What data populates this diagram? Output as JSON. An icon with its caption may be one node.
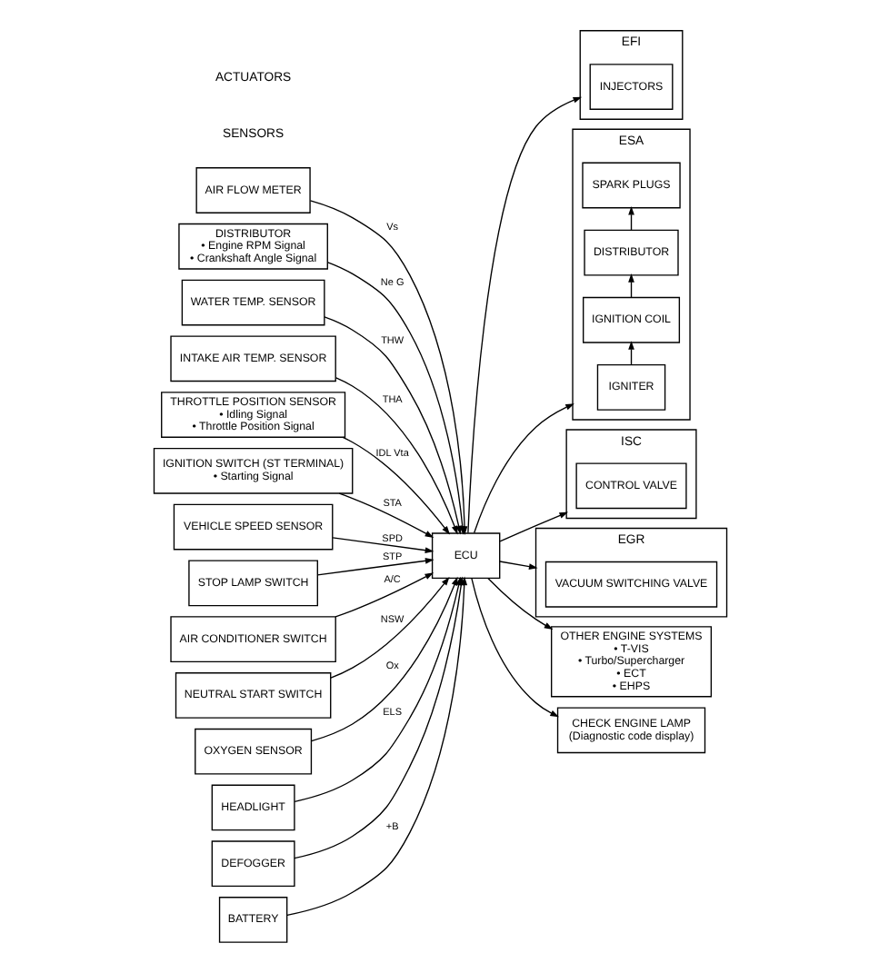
{
  "diagram": {
    "nodes": [
      {
        "text": [
          "AIR FLOW METER"
        ]
      },
      {
        "text": [
          "DISTRIBUTOR",
          "• Engine RPM Signal",
          "• Crankshaft Angle Signal"
        ]
      },
      {
        "text": [
          "WATER TEMP. SENSOR"
        ]
      },
      {
        "text": [
          "INTAKE AIR TEMP. SENSOR"
        ]
      },
      {
        "text": [
          "THROTTLE POSITION SENSOR",
          "• Idling Signal",
          "• Throttle Position Signal"
        ]
      },
      {
        "text": [
          "IGNITION SWITCH (ST TERMINAL)",
          "• Starting Signal"
        ]
      },
      {
        "text": [
          "VEHICLE SPEED SENSOR"
        ]
      },
      {
        "text": [
          "STOP LAMP SWITCH"
        ]
      },
      {
        "text": [
          "AIR CONDITIONER SWITCH"
        ]
      },
      {
        "text": [
          "NEUTRAL START SWITCH"
        ]
      },
      {
        "text": [
          "OXYGEN SENSOR"
        ]
      },
      {
        "text": [
          "HEADLIGHT"
        ]
      },
      {
        "text": [
          "DEFOGGER"
        ]
      },
      {
        "text": [
          "ECU"
        ]
      },
      {
        "text": [
          "EFI"
        ]
      },
      {
        "text": [
          "INJECTORS"
        ],
        "in": 14
      },
      {
        "text": [
          "ESA"
        ]
      },
      {
        "text": [
          "IGNITER"
        ],
        "in": 16
      },
      {
        "text": [
          "IGNITION COIL"
        ],
        "in": 16
      },
      {
        "text": [
          "DISTRIBUTOR"
        ],
        "in": 16
      },
      {
        "text": [
          "SPARK PLUGS"
        ],
        "in": 16
      },
      {
        "text": [
          "ISC"
        ]
      },
      {
        "text": [
          "CONTROL VALVE"
        ],
        "in": 21
      },
      {
        "text": [
          "EGR"
        ]
      },
      {
        "text": [
          "VACUUM SWITCHING VALVE"
        ],
        "in": 23
      },
      {
        "text": [
          "OTHER ENGINE SYSTEMS",
          "• T-VIS",
          "• Turbo/Supercharger",
          "• ECT",
          "• EHPS"
        ]
      },
      {
        "text": [
          "CHECK ENGINE LAMP",
          "(Diagnostic code display)"
        ]
      },
      {
        "text": [
          "BATTERY"
        ]
      }
    ],
    "edges": [
      {
        "from": 0,
        "to": 13,
        "arrow": "to",
        "label": "Vs"
      },
      {
        "from": 1,
        "to": 13,
        "arrow": "to",
        "label": "Ne G"
      },
      {
        "from": 2,
        "to": 13,
        "arrow": "to",
        "label": "THW"
      },
      {
        "from": 3,
        "to": 13,
        "arrow": "to",
        "label": "THA"
      },
      {
        "from": 4,
        "to": 13,
        "arrow": "to",
        "label": "IDL Vta"
      },
      {
        "from": 5,
        "to": 13,
        "arrow": "to",
        "label": "STA"
      },
      {
        "from": 6,
        "to": 13,
        "arrow": "to",
        "label": "SPD"
      },
      {
        "from": 7,
        "to": 13,
        "arrow": "to",
        "label": "STP"
      },
      {
        "from": 8,
        "to": 13,
        "arrow": "to",
        "label": "A/C"
      },
      {
        "from": 9,
        "to": 13,
        "arrow": "to",
        "label": "NSW"
      },
      {
        "from": 10,
        "to": 13,
        "arrow": "to",
        "label": "Ox"
      },
      {
        "from": 11,
        "to": 13,
        "arrow": "to",
        "label": "ELS"
      },
      {
        "from": 12,
        "to": 13,
        "arrow": "to"
      },
      {
        "from": 13,
        "to": 14,
        "arrow": "to"
      },
      {
        "from": 13,
        "to": 16,
        "arrow": "to"
      },
      {
        "from": 17,
        "to": 18,
        "arrow": "to"
      },
      {
        "from": 18,
        "to": 19,
        "arrow": "to"
      },
      {
        "from": 19,
        "to": 20,
        "arrow": "to"
      },
      {
        "from": 13,
        "to": 21,
        "arrow": "to"
      },
      {
        "from": 13,
        "to": 23,
        "arrow": "to"
      },
      {
        "from": 13,
        "to": 25,
        "arrow": "to"
      },
      {
        "from": 13,
        "to": 26,
        "arrow": "to"
      },
      {
        "from": 27,
        "to": 13,
        "arrow": "to",
        "label": "+B"
      }
    ],
    "labels": [
      "SENSORS",
      "ACTUATORS"
    ]
  }
}
